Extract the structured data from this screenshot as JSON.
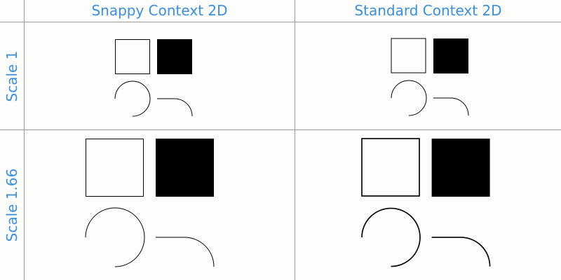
{
  "columns": [
    {
      "label": "Snappy Context 2D"
    },
    {
      "label": "Standard Context 2D"
    }
  ],
  "rows": [
    {
      "label": "Scale 1",
      "scale": 1
    },
    {
      "label": "Scale 1.66",
      "scale": 1.66
    }
  ],
  "colors": {
    "header_text": "#3d8fd8",
    "grid": "#9a9a9a",
    "background": "#fdfdfb",
    "stroke": "#000000",
    "fill": "#000000"
  }
}
